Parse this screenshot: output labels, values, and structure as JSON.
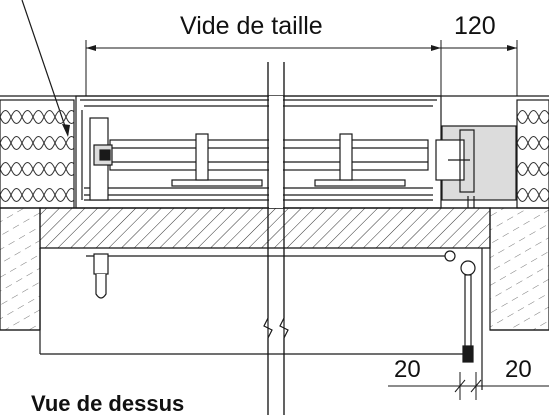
{
  "labels": {
    "clear_width": "Vide de taille",
    "box_extension": "120",
    "offset_left": "20",
    "offset_right": "20",
    "view_caption": "Vue de dessus"
  },
  "colors": {
    "line": "#1a1a1a",
    "hatch": "#333333",
    "insulation_fill": "#f4f4f4",
    "motor_bracket_fill": "#dcdcdc",
    "background": "#ffffff"
  }
}
